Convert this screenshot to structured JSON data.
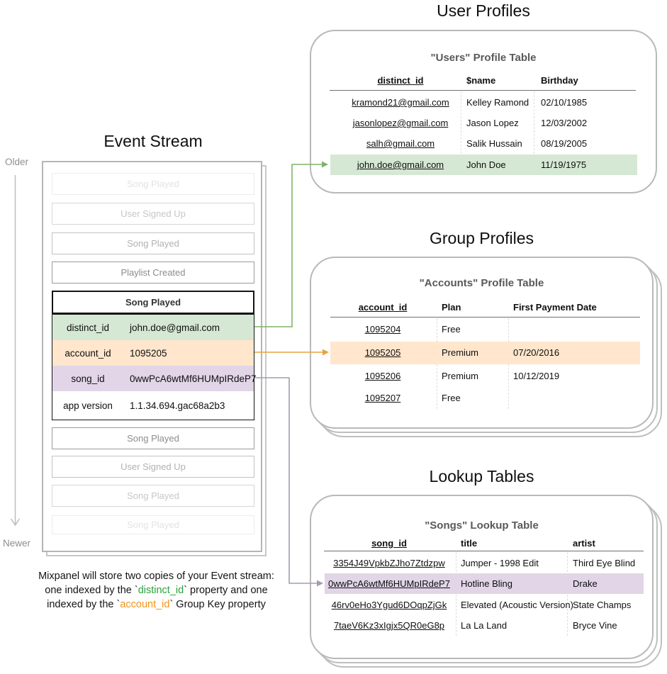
{
  "colors": {
    "green_highlight": "#d5e8d4",
    "orange_highlight": "#ffe6cc",
    "purple_highlight": "#e1d5e7",
    "green_accent": "#82b366",
    "orange_accent": "#e8a33f",
    "purple_accent": "#a79ab2"
  },
  "axis": {
    "older": "Older",
    "newer": "Newer"
  },
  "event_stream": {
    "title": "Event Stream",
    "events_before": [
      "Song Played",
      "User Signed Up",
      "Song Played",
      "Playlist Created"
    ],
    "selected_event": {
      "name": "Song Played",
      "properties": [
        {
          "key": "distinct_id",
          "value": "john.doe@gmail.com"
        },
        {
          "key": "account_id",
          "value": "1095205"
        },
        {
          "key": "song_id",
          "value": "0wwPcA6wtMf6HUMpIRdeP7"
        },
        {
          "key": "app version",
          "value": "1.1.34.694.gac68a2b3"
        }
      ]
    },
    "events_after": [
      "Song Played",
      "User Signed Up",
      "Song Played",
      "Song Played"
    ]
  },
  "user_profiles": {
    "section_title": "User Profiles",
    "table_title": "\"Users\" Profile Table",
    "columns": [
      "distinct_id",
      "$name",
      "Birthday"
    ],
    "rows": [
      {
        "distinct_id": "kramond21@gmail.com",
        "name": "Kelley Ramond",
        "birthday": "02/10/1985"
      },
      {
        "distinct_id": "jasonlopez@gmail.com",
        "name": "Jason Lopez",
        "birthday": "12/03/2002"
      },
      {
        "distinct_id": "salh@gmail.com",
        "name": "Salik Hussain",
        "birthday": "08/19/2005"
      },
      {
        "distinct_id": "john.doe@gmail.com",
        "name": "John Doe",
        "birthday": "11/19/1975"
      }
    ],
    "highlighted_row_index": 3
  },
  "group_profiles": {
    "section_title": "Group Profiles",
    "table_title": "\"Accounts\" Profile Table",
    "columns": [
      "account_id",
      "Plan",
      "First Payment Date"
    ],
    "rows": [
      {
        "account_id": "1095204",
        "plan": "Free",
        "first_payment_date": ""
      },
      {
        "account_id": "1095205",
        "plan": "Premium",
        "first_payment_date": "07/20/2016"
      },
      {
        "account_id": "1095206",
        "plan": "Premium",
        "first_payment_date": "10/12/2019"
      },
      {
        "account_id": "1095207",
        "plan": "Free",
        "first_payment_date": ""
      }
    ],
    "highlighted_row_index": 1
  },
  "lookup_tables": {
    "section_title": "Lookup Tables",
    "table_title": "\"Songs\" Lookup Table",
    "columns": [
      "song_id",
      "title",
      "artist"
    ],
    "rows": [
      {
        "song_id": "3354J49VpkbZJho7Ztdzpw",
        "title": "Jumper - 1998 Edit",
        "artist": "Third Eye Blind"
      },
      {
        "song_id": "0wwPcA6wtMf6HUMpIRdeP7",
        "title": "Hotline Bling",
        "artist": "Drake"
      },
      {
        "song_id": "46rv0eHo3Ygud6DOqpZjGk",
        "title": "Elevated (Acoustic Version)",
        "artist": "State Champs"
      },
      {
        "song_id": "7taeV6Kz3xIgjx5QR0eG8p",
        "title": "La La Land",
        "artist": "Bryce Vine"
      }
    ],
    "highlighted_row_index": 1
  },
  "caption": {
    "line1": "Mixpanel will store two copies of your Event stream:",
    "line2_pre": "one indexed by the `",
    "line2_key": "distinct_id",
    "line2_post": "` property and one",
    "line3_pre": "indexed by the `",
    "line3_key": "account_id",
    "line3_post": "` Group Key property"
  }
}
